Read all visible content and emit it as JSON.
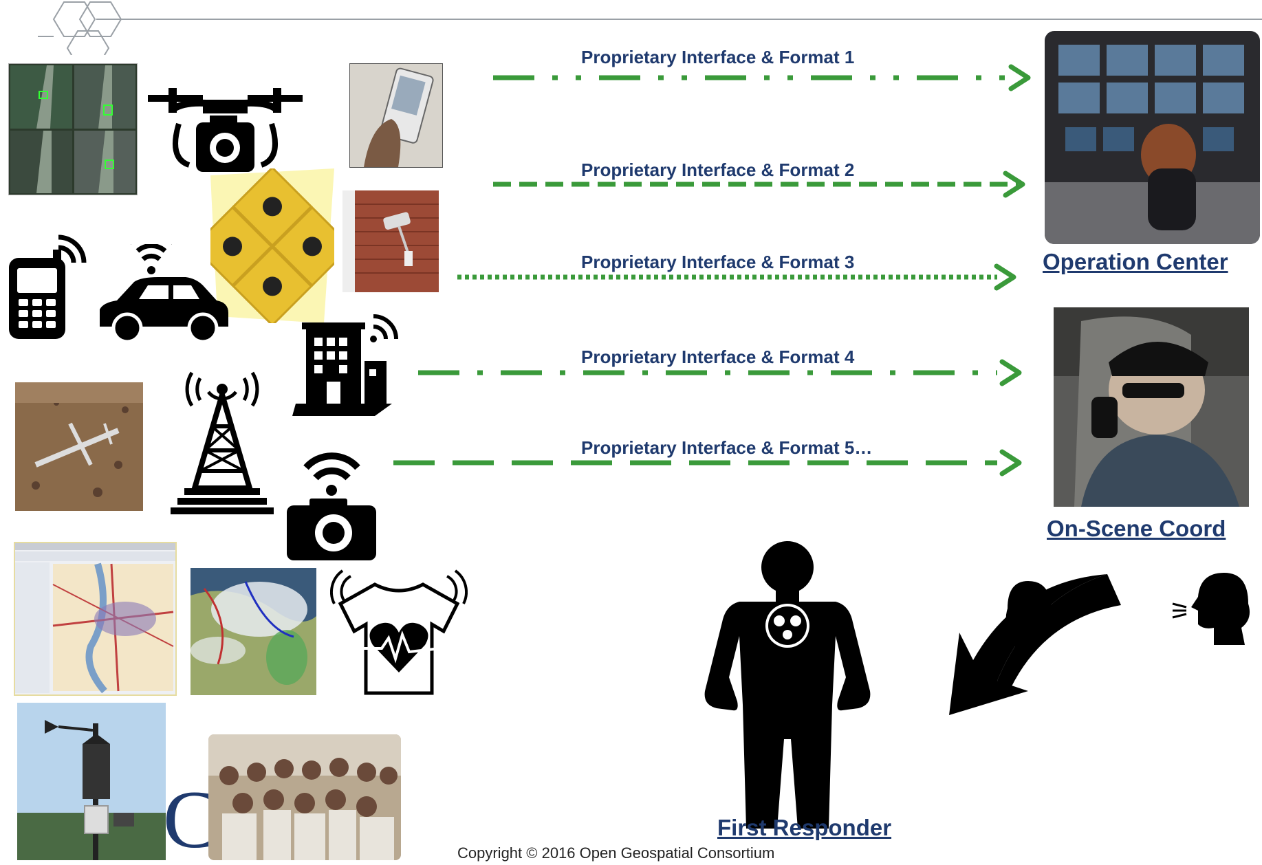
{
  "flows": [
    {
      "label": "Proprietary Interface & Format 1"
    },
    {
      "label": "Proprietary Interface & Format 2"
    },
    {
      "label": "Proprietary Interface & Format 3"
    },
    {
      "label": "Proprietary Interface & Format 4"
    },
    {
      "label": "Proprietary Interface & Format 5…"
    }
  ],
  "destinations": {
    "operation_center": "Operation Center",
    "on_scene": "On-Scene Coord",
    "first_responder": "First Responder"
  },
  "footer": {
    "copyright": "Copyright © 2016 Open Geospatial Consortium",
    "logo_letter": "C"
  },
  "colors": {
    "arrow": "#3a9a3a",
    "label": "#1f3a6e"
  },
  "icons": [
    "traffic-camera-icon",
    "drone-camera-icon",
    "handheld-device-icon",
    "hazard-sign-icon",
    "cctv-camera-icon",
    "mobile-phone-icon",
    "connected-car-icon",
    "smart-building-icon",
    "uav-icon",
    "radio-tower-icon",
    "wifi-camera-icon",
    "map-app-icon",
    "weather-map-icon",
    "heart-shirt-icon",
    "weather-station-icon",
    "crowd-photo-icon",
    "first-responder-icon",
    "listening-head-icon",
    "speaking-head-icon",
    "curved-arrow-icon"
  ]
}
